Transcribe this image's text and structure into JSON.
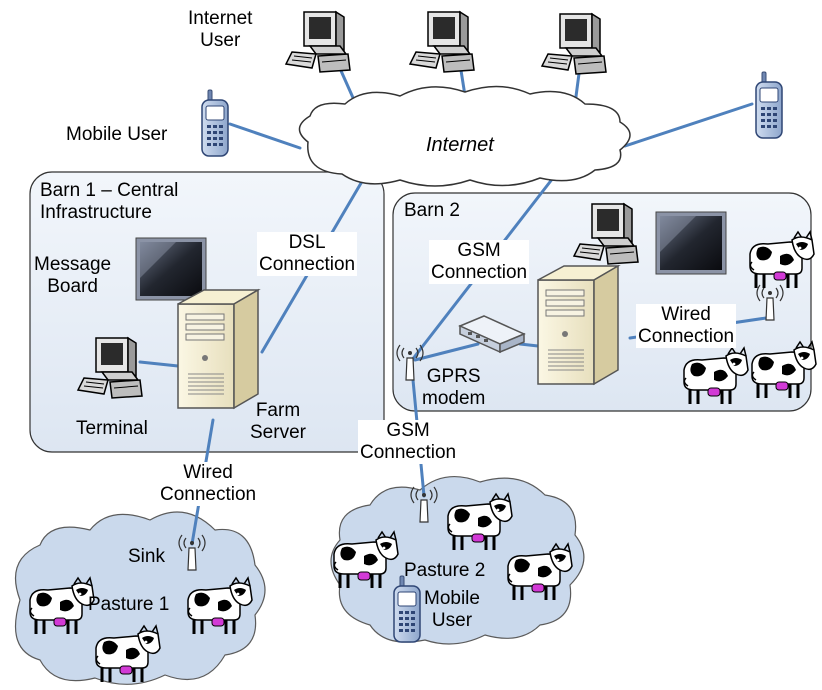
{
  "labels": {
    "internet": "Internet",
    "internet_user": "Internet\nUser",
    "mobile_user_top": "Mobile User",
    "barn1_title": "Barn 1 – Central\nInfrastructure",
    "message_board": "Message\nBoard",
    "terminal": "Terminal",
    "farm_server": "Farm\nServer",
    "dsl_connection": "DSL\nConnection",
    "barn2_title": "Barn 2",
    "gsm_connection_barn2": "GSM\nConnection",
    "wired_connection_barn2": "Wired\nConnection",
    "gprs_modem": "GPRS\nmodem",
    "gsm_connection_lower": "GSM\nConnection",
    "wired_connection_lower": "Wired\nConnection",
    "sink": "Sink",
    "pasture1": "Pasture 1",
    "pasture2": "Pasture 2",
    "mobile_user_pasture": "Mobile\nUser"
  },
  "colors": {
    "link": "#4f81bd",
    "barn_fill": "#e8eef7",
    "pasture_fill": "#c5d5ea",
    "cloud_fill": "#ffffff"
  },
  "icons": [
    "desktop-computer-icon",
    "mobile-phone-icon",
    "server-tower-icon",
    "flat-screen-monitor-icon",
    "antenna-icon",
    "gprs-modem-icon",
    "cow-icon"
  ]
}
